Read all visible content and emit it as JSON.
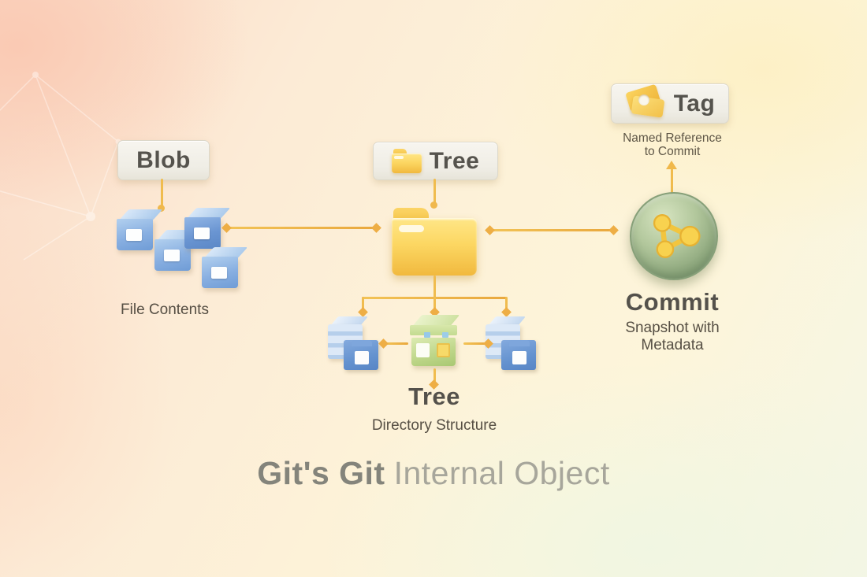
{
  "title": {
    "emphasis": "Git's Git",
    "rest": "Internal Object"
  },
  "labels": {
    "blob": "Blob",
    "tree_top": "Tree",
    "tree_bottom": "Tree",
    "tag": "Tag",
    "commit": "Commit"
  },
  "captions": {
    "blob": "File Contents",
    "tree": "Directory Structure",
    "tag_line1": "Named Reference",
    "tag_line2": "to Commit",
    "commit_line1": "Snapshot with",
    "commit_line2": "Metadata"
  },
  "icons": {
    "tree_label": "folder-icon",
    "tree_node": "folder-icon",
    "tag_label": "tag-icon",
    "commit_node": "commit-graph-icon",
    "blob_nodes": "file-box-icon",
    "tree_child_left": "server-drawer-icon",
    "tree_child_middle": "package-box-icon",
    "tree_child_right": "server-drawer-icon"
  },
  "colors": {
    "connector": "#efb64b",
    "label_text": "#55534d",
    "caption_text": "#564f44",
    "title_emphasis": "#84847b",
    "title_rest": "#a7a69b",
    "blob_blue": "#7fa9da",
    "folder_yellow": "#f8cd52",
    "commit_green": "#8aa578",
    "cube_green": "#bcd688"
  }
}
